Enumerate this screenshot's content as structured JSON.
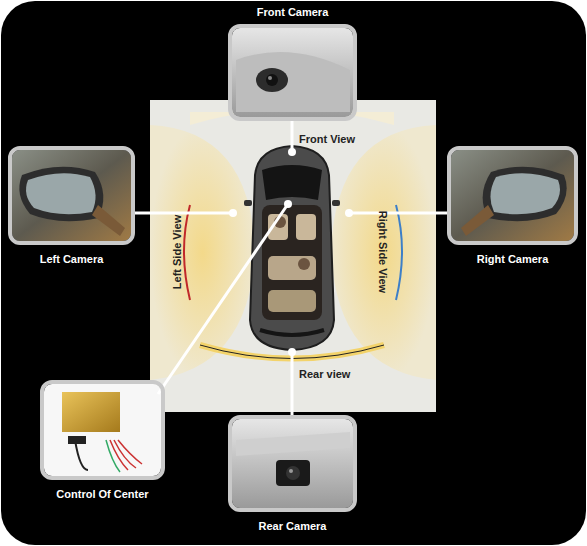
{
  "diagram": {
    "nodes": [
      {
        "text": [
          "Front Camera"
        ]
      },
      {
        "text": [
          "Left Camera"
        ]
      },
      {
        "text": [
          "Right Camera"
        ]
      },
      {
        "text": [
          "Control Of Center"
        ]
      },
      {
        "text": [
          "Rear Camera"
        ]
      }
    ],
    "labels": [
      "Front View",
      "Left Side View",
      "Right Side View",
      "Rear view"
    ]
  }
}
